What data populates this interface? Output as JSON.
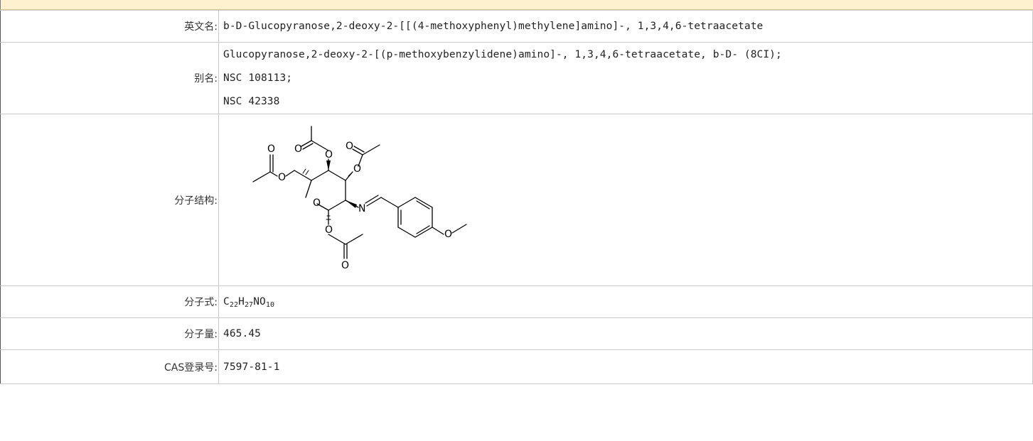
{
  "labels": {
    "english_name": "英文名:",
    "alias": "别名:",
    "structure": "分子结构:",
    "formula": "分子式:",
    "molecular_weight": "分子量:",
    "cas": "CAS登录号:"
  },
  "english_name": "b-D-Glucopyranose,2-deoxy-2-[[(4-methoxyphenyl)methylene]amino]-, 1,3,4,6-tetraacetate",
  "aliases": [
    "Glucopyranose,2-deoxy-2-[(p-methoxybenzylidene)amino]-, 1,3,4,6-tetraacetate, b-D- (8CI);",
    "NSC 108113;",
    "NSC 42338"
  ],
  "formula": {
    "parts": [
      {
        "el": "C",
        "n": "22"
      },
      {
        "el": "H",
        "n": "27"
      },
      {
        "el": "NO",
        "n": "10"
      }
    ]
  },
  "molecular_weight": "465.45",
  "cas": "7597-81-1",
  "structure_atoms": {
    "o1": "O",
    "o2": "O",
    "o3": "O",
    "o4": "O",
    "o5": "O",
    "o6": "O",
    "o7": "O",
    "o8": "O",
    "o9": "O",
    "o10": "O",
    "n": "N"
  }
}
